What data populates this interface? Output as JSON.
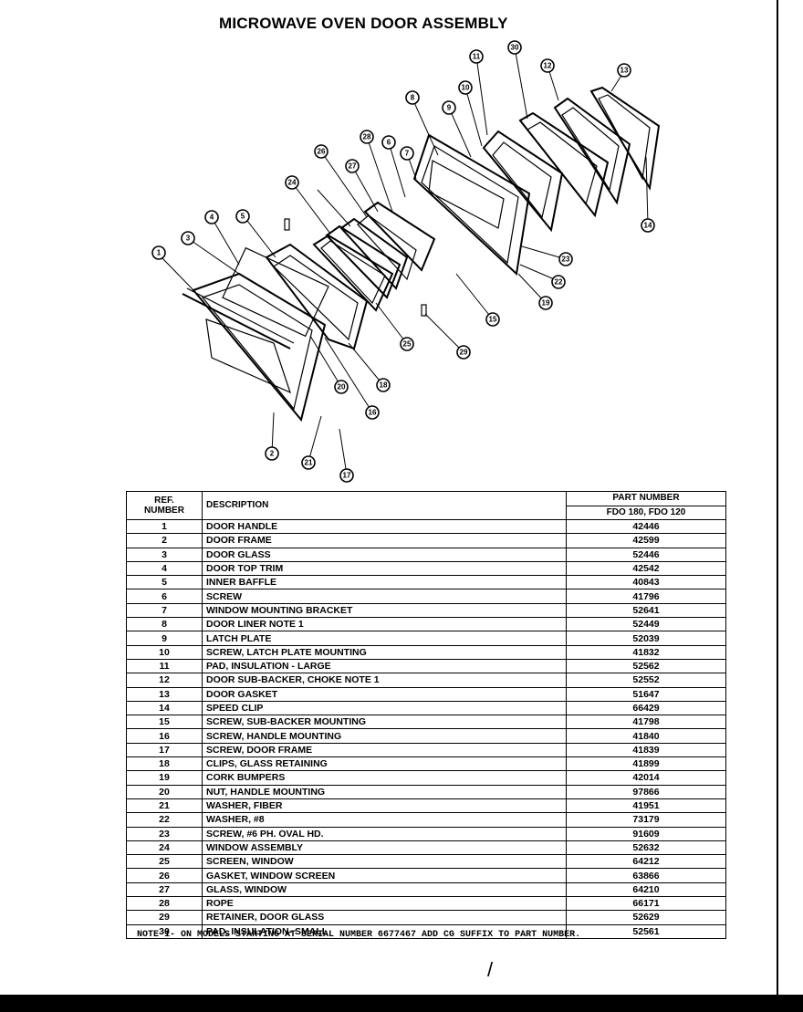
{
  "title": "MICROWAVE OVEN DOOR ASSEMBLY",
  "table": {
    "header_ref": "REF. NUMBER",
    "header_ref_line1": "REF.",
    "header_ref_line2": "NUMBER",
    "header_desc": "DESCRIPTION",
    "header_part": "PART NUMBER",
    "header_models": "FDO 180, FDO 120",
    "rows": [
      {
        "ref": "1",
        "desc": "DOOR HANDLE",
        "part": "42446"
      },
      {
        "ref": "2",
        "desc": "DOOR FRAME",
        "part": "42599"
      },
      {
        "ref": "3",
        "desc": "DOOR GLASS",
        "part": "52446"
      },
      {
        "ref": "4",
        "desc": "DOOR TOP TRIM",
        "part": "42542"
      },
      {
        "ref": "5",
        "desc": "INNER BAFFLE",
        "part": "40843"
      },
      {
        "ref": "6",
        "desc": "SCREW",
        "part": "41796"
      },
      {
        "ref": "7",
        "desc": "WINDOW MOUNTING BRACKET",
        "part": "52641"
      },
      {
        "ref": "8",
        "desc": "DOOR LINER    NOTE 1",
        "part": "52449"
      },
      {
        "ref": "9",
        "desc": "LATCH PLATE",
        "part": "52039"
      },
      {
        "ref": "10",
        "desc": "SCREW, LATCH PLATE MOUNTING",
        "part": "41832"
      },
      {
        "ref": "11",
        "desc": "PAD, INSULATION - LARGE",
        "part": "52562"
      },
      {
        "ref": "12",
        "desc": "DOOR SUB-BACKER, CHOKE   NOTE 1",
        "part": "52552"
      },
      {
        "ref": "13",
        "desc": "DOOR GASKET",
        "part": "51647"
      },
      {
        "ref": "14",
        "desc": "SPEED CLIP",
        "part": "66429"
      },
      {
        "ref": "15",
        "desc": "SCREW, SUB-BACKER MOUNTING",
        "part": "41798"
      },
      {
        "ref": "16",
        "desc": "SCREW, HANDLE MOUNTING",
        "part": "41840"
      },
      {
        "ref": "17",
        "desc": "SCREW, DOOR FRAME",
        "part": "41839"
      },
      {
        "ref": "18",
        "desc": "CLIPS, GLASS RETAINING",
        "part": "41899"
      },
      {
        "ref": "19",
        "desc": "CORK BUMPERS",
        "part": "42014"
      },
      {
        "ref": "20",
        "desc": "NUT, HANDLE MOUNTING",
        "part": "97866"
      },
      {
        "ref": "21",
        "desc": "WASHER, FIBER",
        "part": "41951"
      },
      {
        "ref": "22",
        "desc": "WASHER, #8",
        "part": "73179"
      },
      {
        "ref": "23",
        "desc": "SCREW, #6 PH. OVAL HD.",
        "part": "91609"
      },
      {
        "ref": "24",
        "desc": "WINDOW ASSEMBLY",
        "part": "52632"
      },
      {
        "ref": "25",
        "desc": "SCREEN, WINDOW",
        "part": "64212"
      },
      {
        "ref": "26",
        "desc": "GASKET, WINDOW SCREEN",
        "part": "63866"
      },
      {
        "ref": "27",
        "desc": "GLASS, WINDOW",
        "part": "64210"
      },
      {
        "ref": "28",
        "desc": "ROPE",
        "part": "66171"
      },
      {
        "ref": "29",
        "desc": "RETAINER, DOOR GLASS",
        "part": "52629"
      },
      {
        "ref": "30",
        "desc": "PAD, INSULATION- SMALL",
        "part": "52561"
      }
    ]
  },
  "note": "NOTE 1- ON MODELS STARTING AT SERIAL NUMBER 6677467 ADD CG SUFFIX TO PART NUMBER.",
  "mark": "/",
  "callouts": [
    "1",
    "2",
    "3",
    "4",
    "5",
    "6",
    "7",
    "8",
    "9",
    "10",
    "11",
    "12",
    "13",
    "14",
    "15",
    "16",
    "17",
    "18",
    "19",
    "20",
    "21",
    "22",
    "23",
    "24",
    "25",
    "26",
    "27",
    "28",
    "29",
    "30"
  ]
}
